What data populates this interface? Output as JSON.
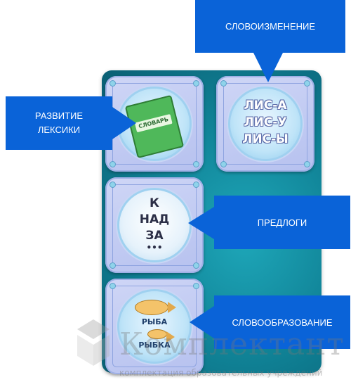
{
  "callouts": {
    "inflection": "СЛОВОИЗМЕНЕНИЕ",
    "vocabulary_line1": "РАЗВИТИЕ",
    "vocabulary_line2": "ЛЕКСИКИ",
    "prepositions": "ПРЕДЛОГИ",
    "derivation": "СЛОВООБРАЗОВАНИЕ"
  },
  "tiles": {
    "vocabulary": {
      "book_label": "СЛОВАРЬ"
    },
    "inflection": {
      "words": [
        "ЛИС-А",
        "ЛИС-У",
        "ЛИС-Ы"
      ]
    },
    "prepositions": {
      "words": [
        "К",
        "НАД",
        "ЗА"
      ],
      "ellipsis": "•••"
    },
    "derivation": {
      "word1": "РЫБА",
      "word2": "РЫБКА"
    }
  },
  "watermark": {
    "title": "Комплектант",
    "subtitle": "комплектация образовательных учреждений"
  },
  "colors": {
    "callout": "#0a63d8",
    "panel": "#0f7f93",
    "tile": "#c4cdf3"
  }
}
